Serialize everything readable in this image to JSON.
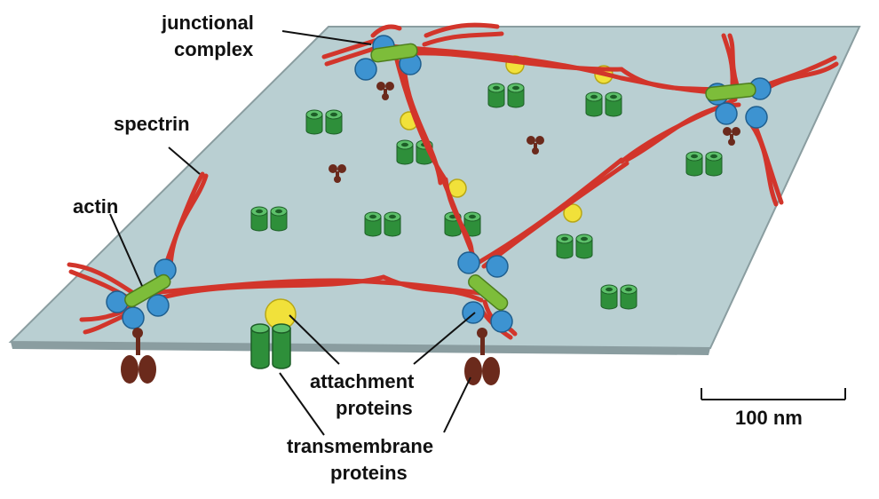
{
  "labels": {
    "junctional_line1": "junctional",
    "junctional_line2": "complex",
    "spectrin": "spectrin",
    "actin": "actin",
    "attachment_line1": "attachment",
    "attachment_line2": "proteins",
    "transmembrane_line1": "transmembrane",
    "transmembrane_line2": "proteins",
    "scale": "100 nm"
  },
  "colors": {
    "membrane": "#b9cfd2",
    "membrane_edge": "#8a9da0",
    "spectrin": "#d2352b",
    "actin": "#7dbd3a",
    "junction_ball": "#3d93d1",
    "attachment": "#f1e13a",
    "transmembrane": "#2e8f3a",
    "glycoprotein": "#6b2a1c"
  }
}
